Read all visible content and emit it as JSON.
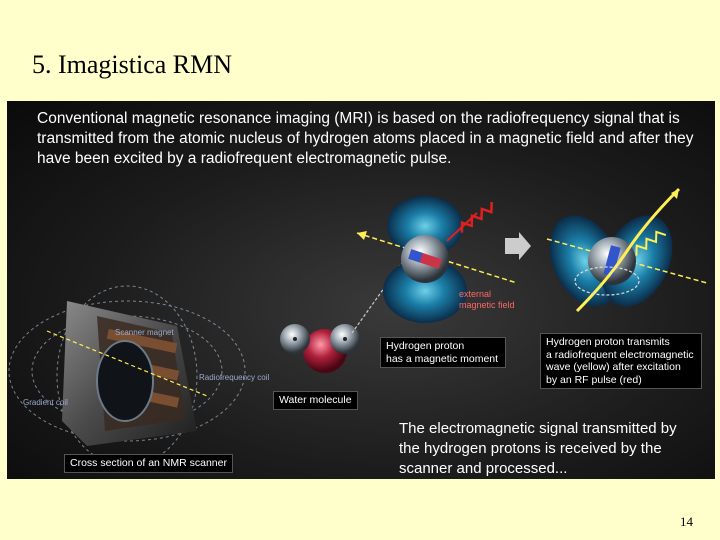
{
  "slide": {
    "title": "5. Imagistica RMN",
    "page_number": "14"
  },
  "figure": {
    "intro_text": "Conventional magnetic resonance imaging (MRI) is based on the radiofrequency signal that is transmitted from the atomic nucleus of hydrogen atoms placed in a magnetic field and after they have been excited by a radiofrequent electromagnetic pulse.",
    "outro_text": "The electromagnetic signal transmitted by the hydrogen protons is received by the scanner and processed...",
    "labels": {
      "external_field_line1": "external",
      "external_field_line2": "magnetic field",
      "hydrogen_proton_line1": "Hydrogen proton",
      "hydrogen_proton_line2": "has a magnetic moment",
      "transmits_line1": "Hydrogen proton transmits",
      "transmits_line2": "a radiofrequent electromagnetic",
      "transmits_line3": "wave (yellow) after excitation",
      "transmits_line4": "by an RF pulse (red)",
      "water_molecule": "Water molecule",
      "cross_section": "Cross section of an NMR scanner",
      "scanner_magnet": "Scanner magnet",
      "radiofrequency_coil": "Radiofrequency coil",
      "gradient_coil": "Gradient coil"
    },
    "colors": {
      "rf_pulse": "#e02020",
      "emitted_wave": "#ffee33",
      "field_label": "#ff6666",
      "arrow": "#cccccc"
    }
  }
}
